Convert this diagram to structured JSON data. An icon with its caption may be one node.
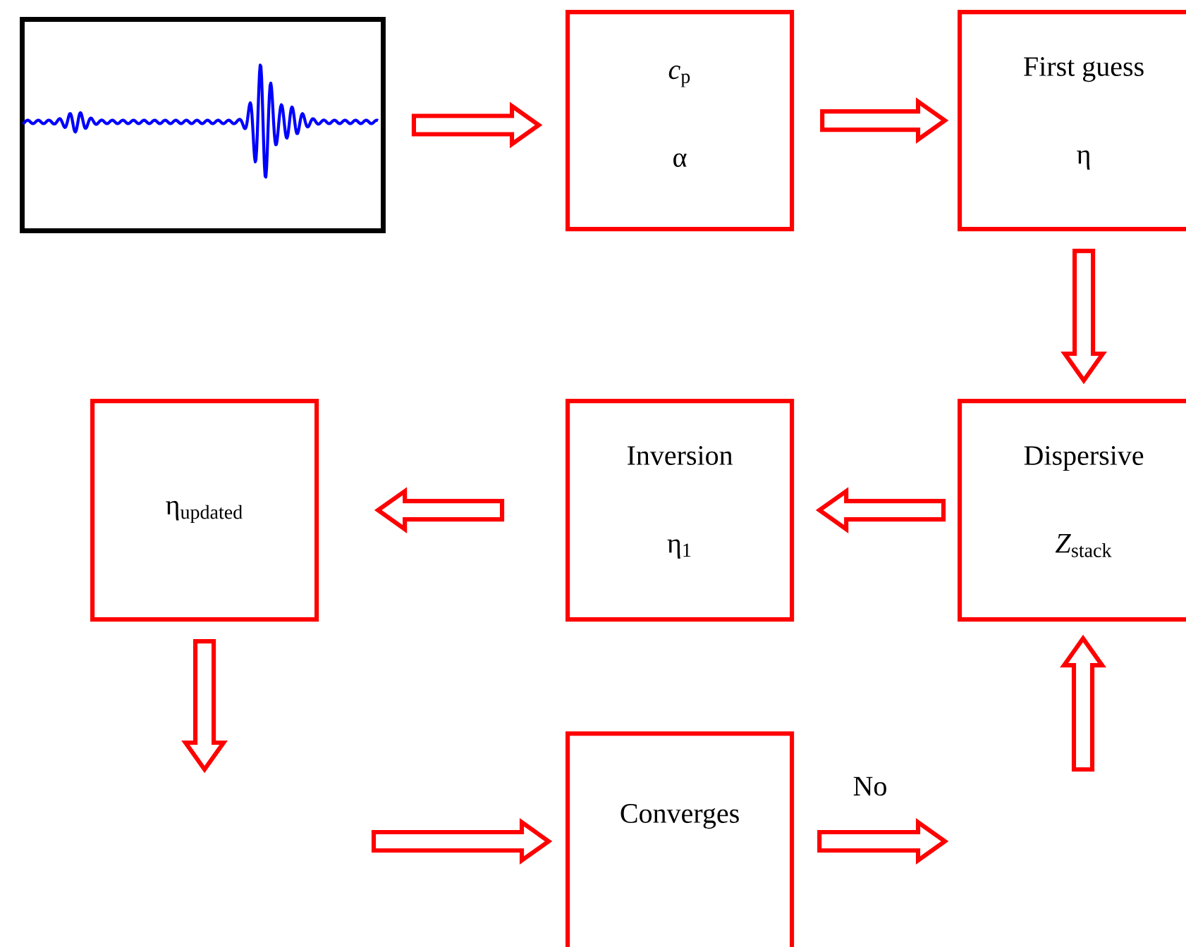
{
  "diagram": {
    "nodes": [
      {
        "text": [],
        "shape": "picture"
      },
      {
        "text": [
          "*c*$_{p}$",
          "α"
        ]
      },
      {
        "text": [
          "First guess",
          "η"
        ]
      },
      {
        "text": [
          "Dispersive",
          "*Z*$_{stack}$"
        ]
      },
      {
        "text": [
          "Inversion",
          "η$_{1}$"
        ]
      },
      {
        "text": [
          "η$_{updated}$"
        ]
      },
      {
        "text": [
          "Converges"
        ]
      }
    ],
    "edges": [
      {
        "from": 0,
        "to": 1,
        "arrow": "to"
      },
      {
        "from": 1,
        "to": 2,
        "arrow": "to"
      },
      {
        "from": 2,
        "to": 3,
        "arrow": "to"
      },
      {
        "from": 3,
        "to": 4,
        "arrow": "to"
      },
      {
        "from": 4,
        "to": 5,
        "arrow": "to"
      },
      {
        "from": 5,
        "to": null,
        "arrow": "to"
      },
      {
        "from": null,
        "to": 6,
        "arrow": "to"
      },
      {
        "from": 6,
        "to": null,
        "arrow": "to",
        "label": "No"
      },
      {
        "from": null,
        "to": 3,
        "arrow": "to"
      }
    ]
  }
}
